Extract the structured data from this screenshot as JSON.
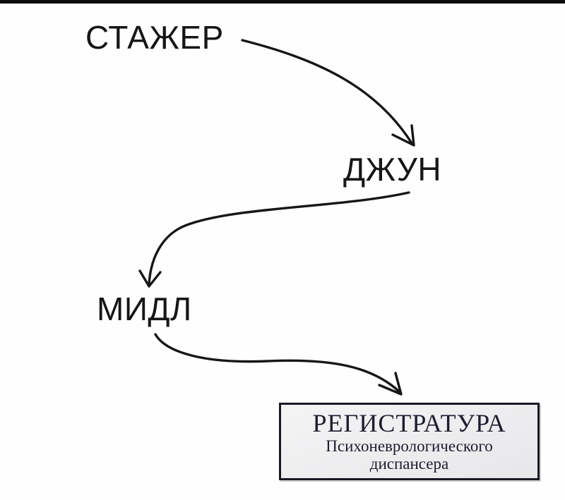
{
  "diagram": {
    "nodes": [
      {
        "id": "stazher",
        "label": "СТАЖЕР"
      },
      {
        "id": "dzhun",
        "label": "ДЖУН"
      },
      {
        "id": "midl",
        "label": "МИДЛ"
      },
      {
        "id": "registratura",
        "label": "РЕГИСТРАТУРА"
      }
    ],
    "connections": [
      {
        "from": "СТАЖЕР",
        "to": "ДЖУН"
      },
      {
        "from": "ДЖУН",
        "to": "МИДЛ"
      },
      {
        "from": "МИДЛ",
        "to": "РЕГИСТРАТУРА"
      }
    ]
  },
  "sign": {
    "title": "РЕГИСТРАТУРА",
    "subtitle_line1": "Психоневрологического",
    "subtitle_line2": "диспансера"
  },
  "colors": {
    "background": "#fefefe",
    "top_bar": "#0b0b0b",
    "ink": "#161616",
    "sign_background": "#ededee",
    "sign_border": "#191922",
    "sign_text": "#1d1d30"
  }
}
